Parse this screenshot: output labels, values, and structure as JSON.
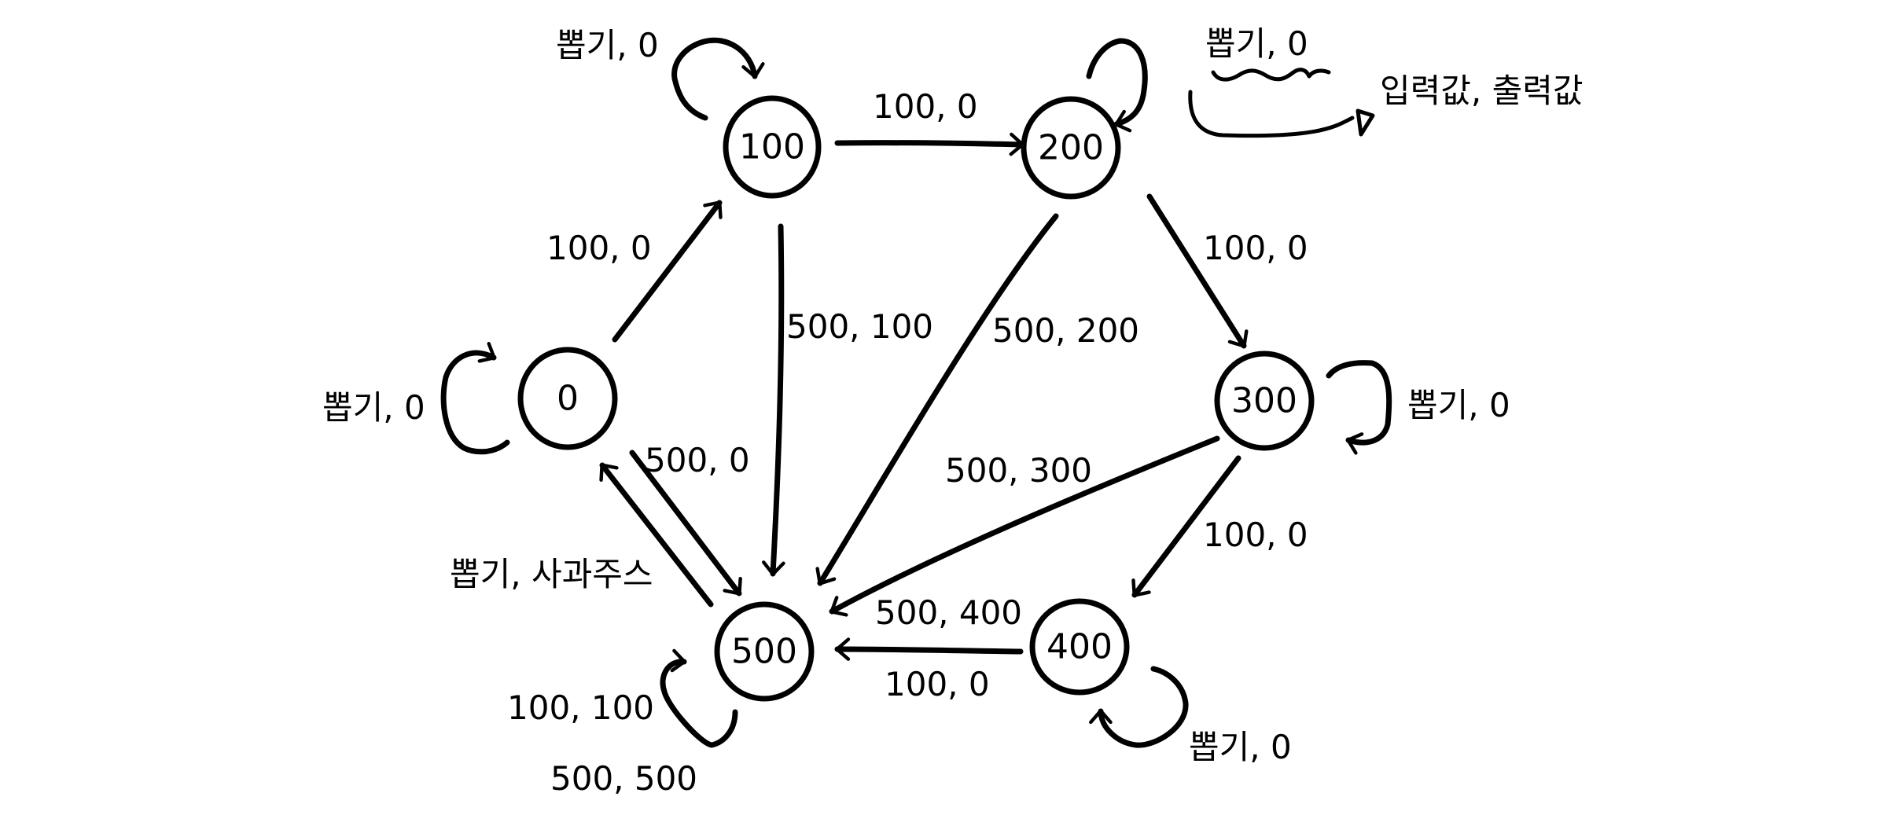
{
  "diagram": {
    "type": "state-machine",
    "nodes": [
      {
        "id": "s0",
        "label": "0"
      },
      {
        "id": "s100",
        "label": "100"
      },
      {
        "id": "s200",
        "label": "200"
      },
      {
        "id": "s300",
        "label": "300"
      },
      {
        "id": "s400",
        "label": "400"
      },
      {
        "id": "s500",
        "label": "500"
      }
    ],
    "edges": [
      {
        "from": "s0",
        "to": "s100",
        "label": "100, 0"
      },
      {
        "from": "s100",
        "to": "s200",
        "label": "100, 0"
      },
      {
        "from": "s200",
        "to": "s300",
        "label": "100, 0"
      },
      {
        "from": "s300",
        "to": "s400",
        "label": "100, 0"
      },
      {
        "from": "s400",
        "to": "s500",
        "label": "100, 0"
      },
      {
        "from": "s0",
        "to": "s500",
        "label": "500, 0"
      },
      {
        "from": "s100",
        "to": "s500",
        "label": "500, 100"
      },
      {
        "from": "s200",
        "to": "s500",
        "label": "500, 200"
      },
      {
        "from": "s300",
        "to": "s500",
        "label": "500, 300"
      },
      {
        "from": "s400",
        "to": "s500",
        "label": "500, 400"
      },
      {
        "from": "s500",
        "to": "s0",
        "label": "뽑기, 사과주스"
      }
    ],
    "self_loops": [
      {
        "node": "s0",
        "label": "뽑기, 0"
      },
      {
        "node": "s100",
        "label": "뽑기, 0"
      },
      {
        "node": "s200",
        "label": "뽑기, 0"
      },
      {
        "node": "s300",
        "label": "뽑기, 0"
      },
      {
        "node": "s400",
        "label": "뽑기, 0"
      },
      {
        "node": "s500",
        "label": "100, 100",
        "label2": "500, 500"
      }
    ],
    "legend": {
      "annotation": "입력값, 출력값"
    }
  }
}
